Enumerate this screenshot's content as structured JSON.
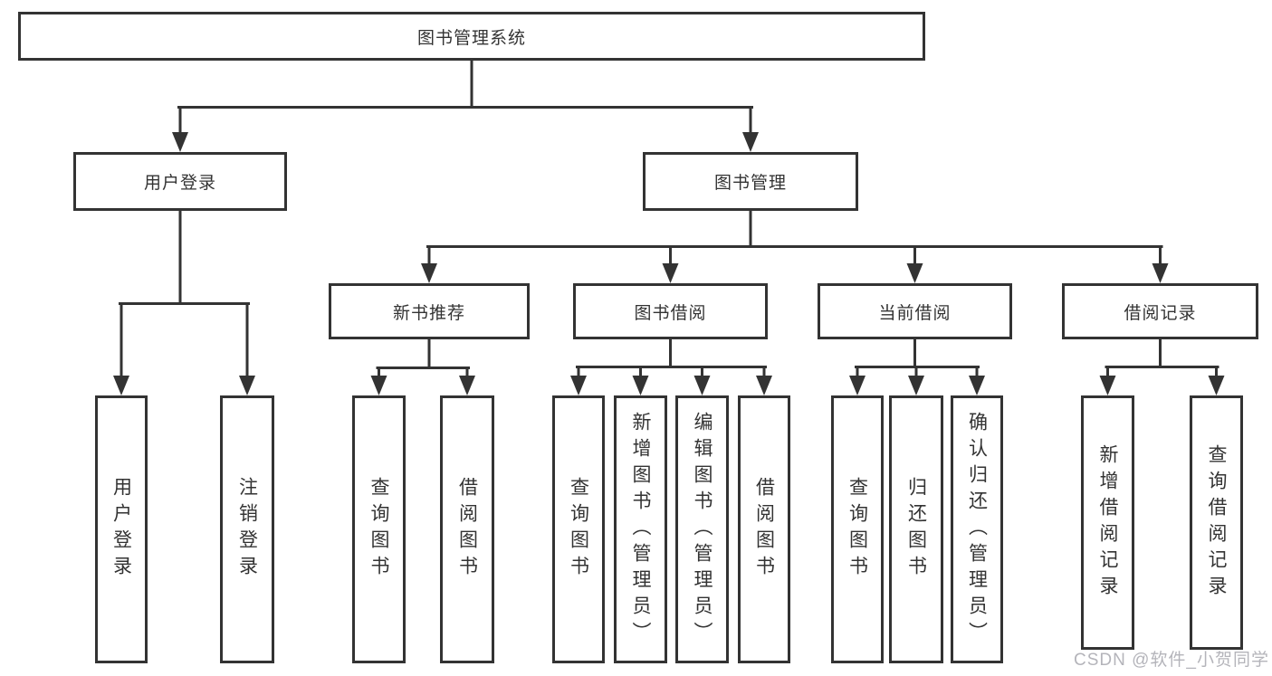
{
  "tree": {
    "root": {
      "label": "图书管理系统"
    },
    "children": [
      {
        "label": "用户登录",
        "children": [
          {
            "label": "用户登录"
          },
          {
            "label": "注销登录"
          }
        ]
      },
      {
        "label": "图书管理",
        "children": [
          {
            "label": "新书推荐",
            "children": [
              {
                "label": "查询图书"
              },
              {
                "label": "借阅图书"
              }
            ]
          },
          {
            "label": "图书借阅",
            "children": [
              {
                "label": "查询图书"
              },
              {
                "label": "新增图书（管理员）"
              },
              {
                "label": "编辑图书（管理员）"
              },
              {
                "label": "借阅图书"
              }
            ]
          },
          {
            "label": "当前借阅",
            "children": [
              {
                "label": "查询图书"
              },
              {
                "label": "归还图书"
              },
              {
                "label": "确认归还（管理员）"
              }
            ]
          },
          {
            "label": "借阅记录",
            "children": [
              {
                "label": "新增借阅记录"
              },
              {
                "label": "查询借阅记录"
              }
            ]
          }
        ]
      }
    ]
  },
  "watermark": {
    "text": "CSDN @软件_小贺同学",
    "color": "#b4b4ba"
  },
  "colors": {
    "line": "#333333",
    "box_border": "#333333",
    "box_fill": "#ffffff",
    "text": "#333333",
    "background": "#ffffff"
  }
}
